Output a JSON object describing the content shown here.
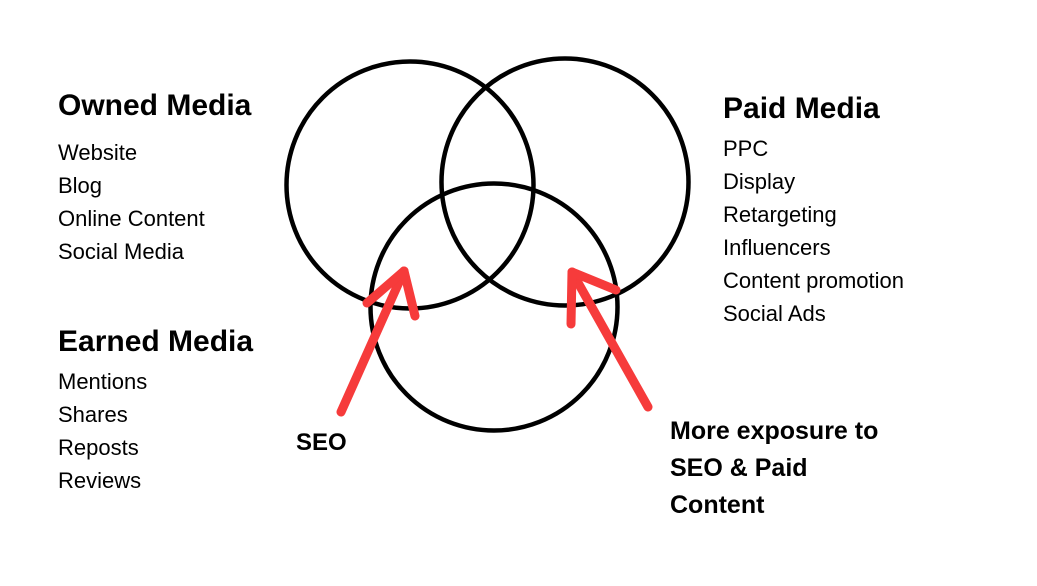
{
  "diagram": {
    "type": "venn",
    "sections": {
      "owned": {
        "title": "Owned Media",
        "items": [
          "Website",
          "Blog",
          "Online Content",
          "Social Media"
        ]
      },
      "paid": {
        "title": "Paid Media",
        "items": [
          "PPC",
          "Display",
          "Retargeting",
          "Influencers",
          "Content promotion",
          "Social Ads"
        ]
      },
      "earned": {
        "title": "Earned Media",
        "items": [
          "Mentions",
          "Shares",
          "Reposts",
          "Reviews"
        ]
      }
    },
    "annotations": {
      "seo": {
        "label": "SEO",
        "points_to": "overlap of Owned Media and Earned Media"
      },
      "more_exposure": {
        "text": "More exposure to SEO & Paid Content",
        "lines": [
          "More exposure to",
          "SEO & Paid",
          "Content"
        ],
        "points_to": "overlap of Paid Media and Earned Media"
      }
    },
    "colors": {
      "circle_stroke": "#000000",
      "arrow": "#f63b3b",
      "text": "#000000",
      "background": "#ffffff"
    }
  }
}
